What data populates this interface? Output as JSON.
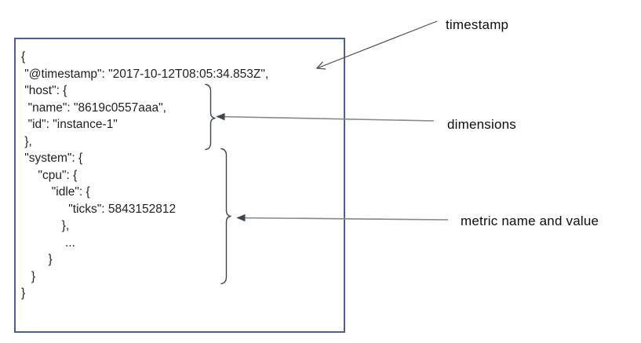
{
  "document": {
    "code_lines": [
      "{",
      " \"@timestamp\": \"2017-10-12T08:05:34.853Z\",",
      " \"host\": {",
      "  \"name\": \"8619c0557aaa\",",
      "  \"id\": \"instance-1\"",
      " },",
      " \"system\": {",
      "     \"cpu\": {",
      "         \"idle\": {",
      "              \"ticks\": 5843152812",
      "            },",
      "             ...",
      "        }",
      "   }",
      "}"
    ]
  },
  "annotations": {
    "timestamp_label": "timestamp",
    "dimensions_label": "dimensions",
    "metric_label": "metric name and value"
  },
  "colors": {
    "box_border": "#4a6190",
    "arrow_line_gray": "#828890",
    "arrow_line_dark": "#4a4f55",
    "arrowhead_fill": "#3f4450",
    "brace_stroke": "#3f4450",
    "code_text": "#1f1f1f",
    "label_text": "#0d0d0d"
  }
}
